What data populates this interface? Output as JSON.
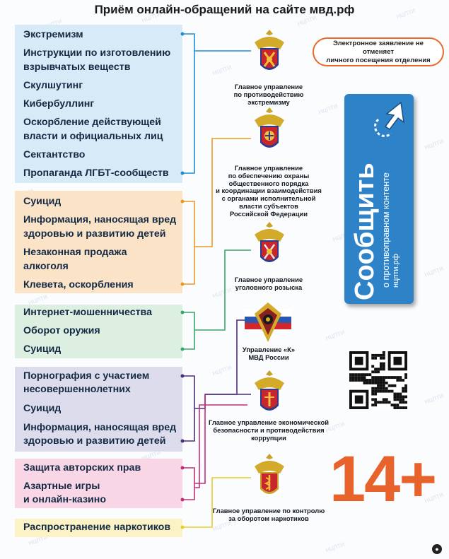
{
  "title": "Приём онлайн-обращений на сайте мвд.рф",
  "groups": [
    {
      "color": "#d6ebf7",
      "items": [
        "Экстремизм",
        "Инструкции по изготовлению",
        "взрывчатых веществ",
        "Скулшутинг",
        "Кибербуллинг",
        "Оскорбление действующей",
        "власти и официальных лиц",
        "Сектантство",
        "Пропаганда ЛГБТ-сообществ"
      ]
    },
    {
      "color": "#fbe3c8",
      "items": [
        "Суицид",
        "Информация, наносящая вред",
        "здоровью и развитию детей",
        "Незаконная продажа",
        "алкоголя",
        "Клевета, оскорбления"
      ]
    },
    {
      "color": "#dcefe0",
      "items": [
        "Интернет-мошенничества",
        "Оборот оружия",
        "Суицид"
      ]
    },
    {
      "color": "#dcdcec",
      "items": [
        "Порнография с участием",
        "несовершеннолетних",
        "Суицид",
        "Информация, наносящая вред",
        "здоровью и развитию детей"
      ]
    },
    {
      "color": "#f9d6e6",
      "items": [
        "Защита авторских прав",
        "Азартные игры",
        "и онлайн-казино"
      ]
    },
    {
      "color": "#fbf3c6",
      "items": [
        "Распространение наркотиков"
      ]
    }
  ],
  "agencies": [
    {
      "lines": [
        "Главное управление",
        "по противодействию",
        "экстремизму"
      ]
    },
    {
      "lines": [
        "Главное управление",
        "по обеспечению охраны",
        "общественного порядка",
        "и координации взаимодействия",
        "с органами исполнительной",
        "власти субъектов",
        "Российской Федерации"
      ]
    },
    {
      "lines": [
        "Главное управление",
        "уголовного розыска"
      ]
    },
    {
      "lines": [
        "Управление «К»",
        "МВД России"
      ]
    },
    {
      "lines": [
        "Главное управление экономической",
        "безопасности и противодействия",
        "коррупции"
      ]
    },
    {
      "lines": [
        "Главное управление по контролю",
        "за оборотом наркотиков"
      ]
    }
  ],
  "notice": {
    "line1": "Электронное заявление не отменяет",
    "line2": "личного посещения отделения"
  },
  "banner": {
    "main": "Сообщить",
    "sub": "о противоправном контенте",
    "site": "нцпти.рф"
  },
  "age_rating": "14+",
  "watermark": "НЦПТИ",
  "colors": {
    "blue": "#1f8fd0",
    "orange": "#e89a22",
    "green": "#3aa66a",
    "purple": "#4a2f7a",
    "magenta": "#c0307a",
    "yellow": "#e8cc2a",
    "banner": "#2d82c8",
    "accent": "#e8632b"
  }
}
